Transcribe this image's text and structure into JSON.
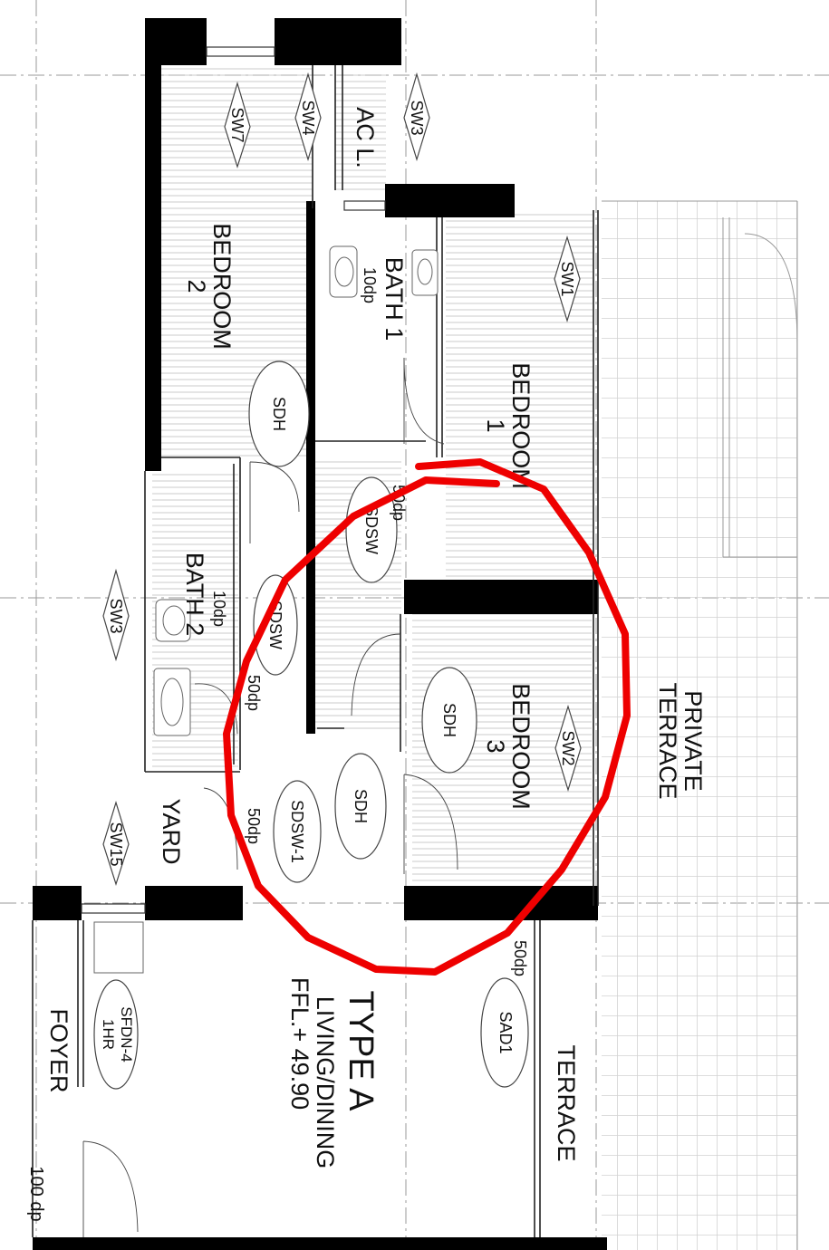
{
  "rooms": {
    "bedroom2": {
      "line1": "BEDROOM",
      "line2": "2"
    },
    "bath1": {
      "name": "BATH 1",
      "dp": "10dp"
    },
    "bedroom1": {
      "line1": "BEDROOM",
      "line2": "1"
    },
    "bath2": {
      "name": "BATH 2",
      "dp": "10dp"
    },
    "bedroom3": {
      "line1": "BEDROOM",
      "line2": "3"
    },
    "private_terrace": {
      "line1": "PRIVATE",
      "line2": "TERRACE"
    },
    "yard": {
      "name": "YARD"
    },
    "living": {
      "type": "TYPE A",
      "name": "LIVING/DINING",
      "level": "FFL.+ 49.90"
    },
    "terrace": {
      "name": "TERRACE"
    },
    "foyer": {
      "name": "FOYER",
      "dp": "100 dp"
    },
    "ac": {
      "name": "AC L."
    }
  },
  "tags": {
    "sw7": "SW7",
    "sw4": "SW4",
    "sw3_top": "SW3",
    "sw1": "SW1",
    "sw3_side": "SW3",
    "sw2": "SW2",
    "sw15": "SW15",
    "sdh1": "SDH",
    "sdh2": "SDH",
    "sdh3": "SDH",
    "sdsw1": "SDSW",
    "sdsw2": "SDSW",
    "sdsw3": "SDSW-1",
    "sfdn_line1": "SFDN-4",
    "sfdn_line2": "1HR",
    "sad_line1": "SAD1"
  },
  "dp_labels": {
    "hall": "50dp",
    "bath2_door": "50dp",
    "living": "50dp",
    "terrace": "50dp"
  },
  "annotation": {
    "color": "#ee0000",
    "shape": "freehand-circle",
    "target": "BEDROOM 3"
  }
}
